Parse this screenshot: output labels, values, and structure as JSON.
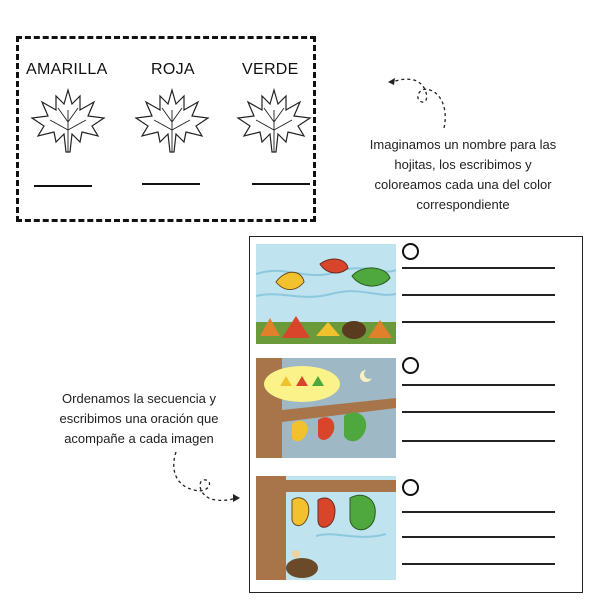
{
  "top_section": {
    "leaves": [
      {
        "label": "AMARILLA"
      },
      {
        "label": "ROJA"
      },
      {
        "label": "VERDE"
      }
    ],
    "instruction": "Imaginamos un nombre para las hojitas, los escribimos y coloreamos cada una del color correspondiente",
    "instruction_lines": [
      "Imaginamos un nombre para las",
      "hojitas, los escribimos y",
      "coloreamos cada una del color",
      "correspondiente"
    ]
  },
  "bottom_section": {
    "instruction": "Ordenamos la secuencia y escribimos una oración que acompañe a cada imagen",
    "instruction_lines": [
      "Ordenamos la secuencia y",
      "escribimos una oración que",
      "acompañe a cada imagen"
    ]
  },
  "colors": {
    "yellow_leaf": "#f2c12e",
    "red_leaf": "#d9452b",
    "green_leaf": "#4fa83d",
    "sky": "#bfe3ef",
    "trunk": "#a8744a"
  }
}
